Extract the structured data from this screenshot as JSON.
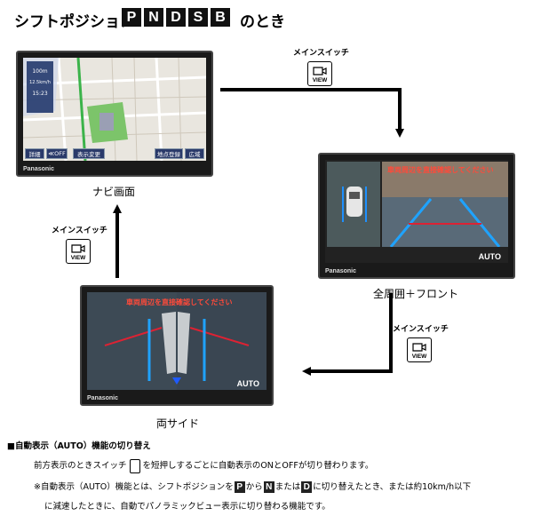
{
  "title": {
    "prefix": "シフトポジション",
    "suffix": "のとき",
    "gears": [
      "P",
      "N",
      "D",
      "S",
      "B"
    ]
  },
  "switch": {
    "label": "メインスイッチ",
    "button_text": "VIEW"
  },
  "screens": {
    "navi": {
      "caption": "ナビ画面",
      "brand": "Panasonic",
      "buttons": [
        "詳細",
        "≪OFF",
        "表示変更",
        "地点登録",
        "広域"
      ],
      "info": [
        "100m",
        "12.5km/h",
        "15:23"
      ]
    },
    "front": {
      "caption": "全周囲＋フロント",
      "brand": "Panasonic",
      "warning": "車両周辺を直接確認してください",
      "auto": "AUTO"
    },
    "side": {
      "caption": "両サイド",
      "brand": "Panasonic",
      "warning": "車両周辺を直接確認してください",
      "auto": "AUTO"
    }
  },
  "notes": {
    "heading": "■自動表示（AUTO）機能の切り替え",
    "line1_a": "前方表示のときスイッチ",
    "line1_b": "を短押しするごとに自動表示のONとOFFが切り替わります。",
    "line2_a": "※自動表示（AUTO）機能とは、シフトポジションを",
    "line2_p": "P",
    "line2_b": "から",
    "line2_n": "N",
    "line2_c": "または",
    "line2_d": "D",
    "line2_e": "に切り替えたとき、または約10km/h以下",
    "line3": "に減速したときに、自動でパノラミックビュー表示に切り替わる機能です。"
  }
}
